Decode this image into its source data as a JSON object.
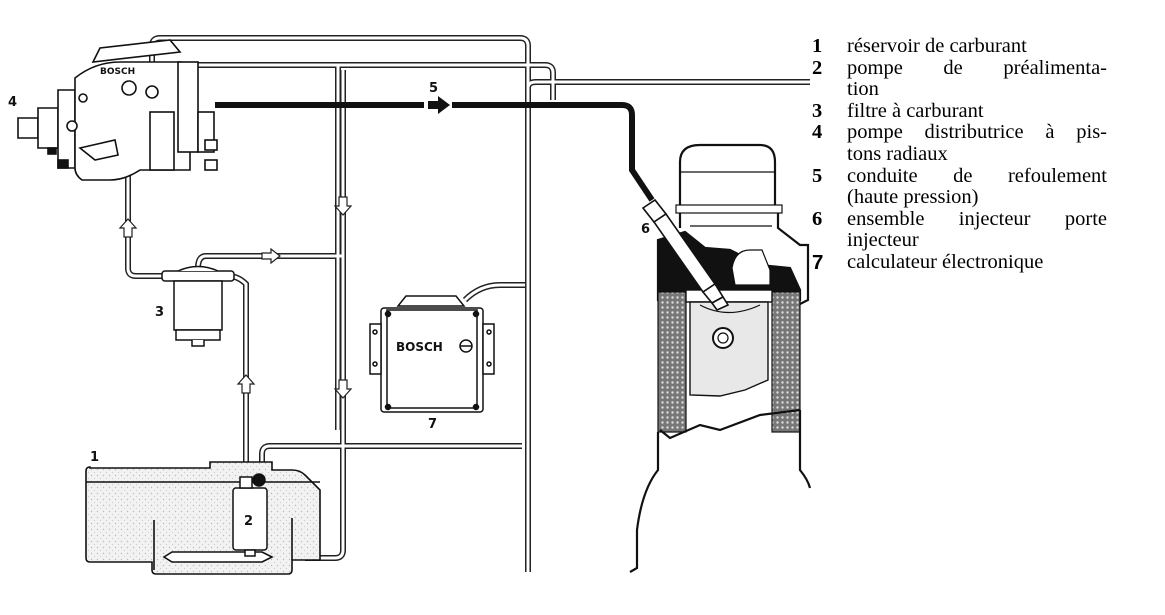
{
  "diagram": {
    "title": "Système d'injection diesel à pompe distributrice à pistons radiaux",
    "manufacturer_marks": [
      "BOSCH",
      "BOSCH"
    ],
    "callouts": [
      "1",
      "2",
      "3",
      "4",
      "5",
      "6",
      "7"
    ],
    "flow_arrows": [
      "up-arrow",
      "up-arrow",
      "right-arrow",
      "down-arrow",
      "down-arrow",
      "high-pressure-right-arrow"
    ],
    "colors": {
      "line": "#111111",
      "background": "#ffffff",
      "fill_shade": "#d9d9d9"
    }
  },
  "legend": {
    "items": [
      {
        "num": "1",
        "text": "réservoir de carburant"
      },
      {
        "num": "2",
        "text": "pompe de préalimentation"
      },
      {
        "num": "3",
        "text": "filtre à carburant"
      },
      {
        "num": "4",
        "text": "pompe distributrice à pistons radiaux"
      },
      {
        "num": "5",
        "text": "conduite de refoulement (haute pression)"
      },
      {
        "num": "6",
        "text": "ensemble injecteur porte injecteur"
      },
      {
        "num": "7",
        "text": "calculateur électronique"
      }
    ],
    "wrapped_lines": [
      [
        "réservoir de carburant"
      ],
      [
        "pompe de préalimenta-",
        "tion"
      ],
      [
        "filtre à carburant"
      ],
      [
        "pompe distributrice à pis-",
        "tons radiaux"
      ],
      [
        "conduite de refoulement",
        "(haute pression)"
      ],
      [
        "ensemble injecteur porte",
        "injecteur"
      ],
      [
        "calculateur électronique"
      ]
    ]
  }
}
